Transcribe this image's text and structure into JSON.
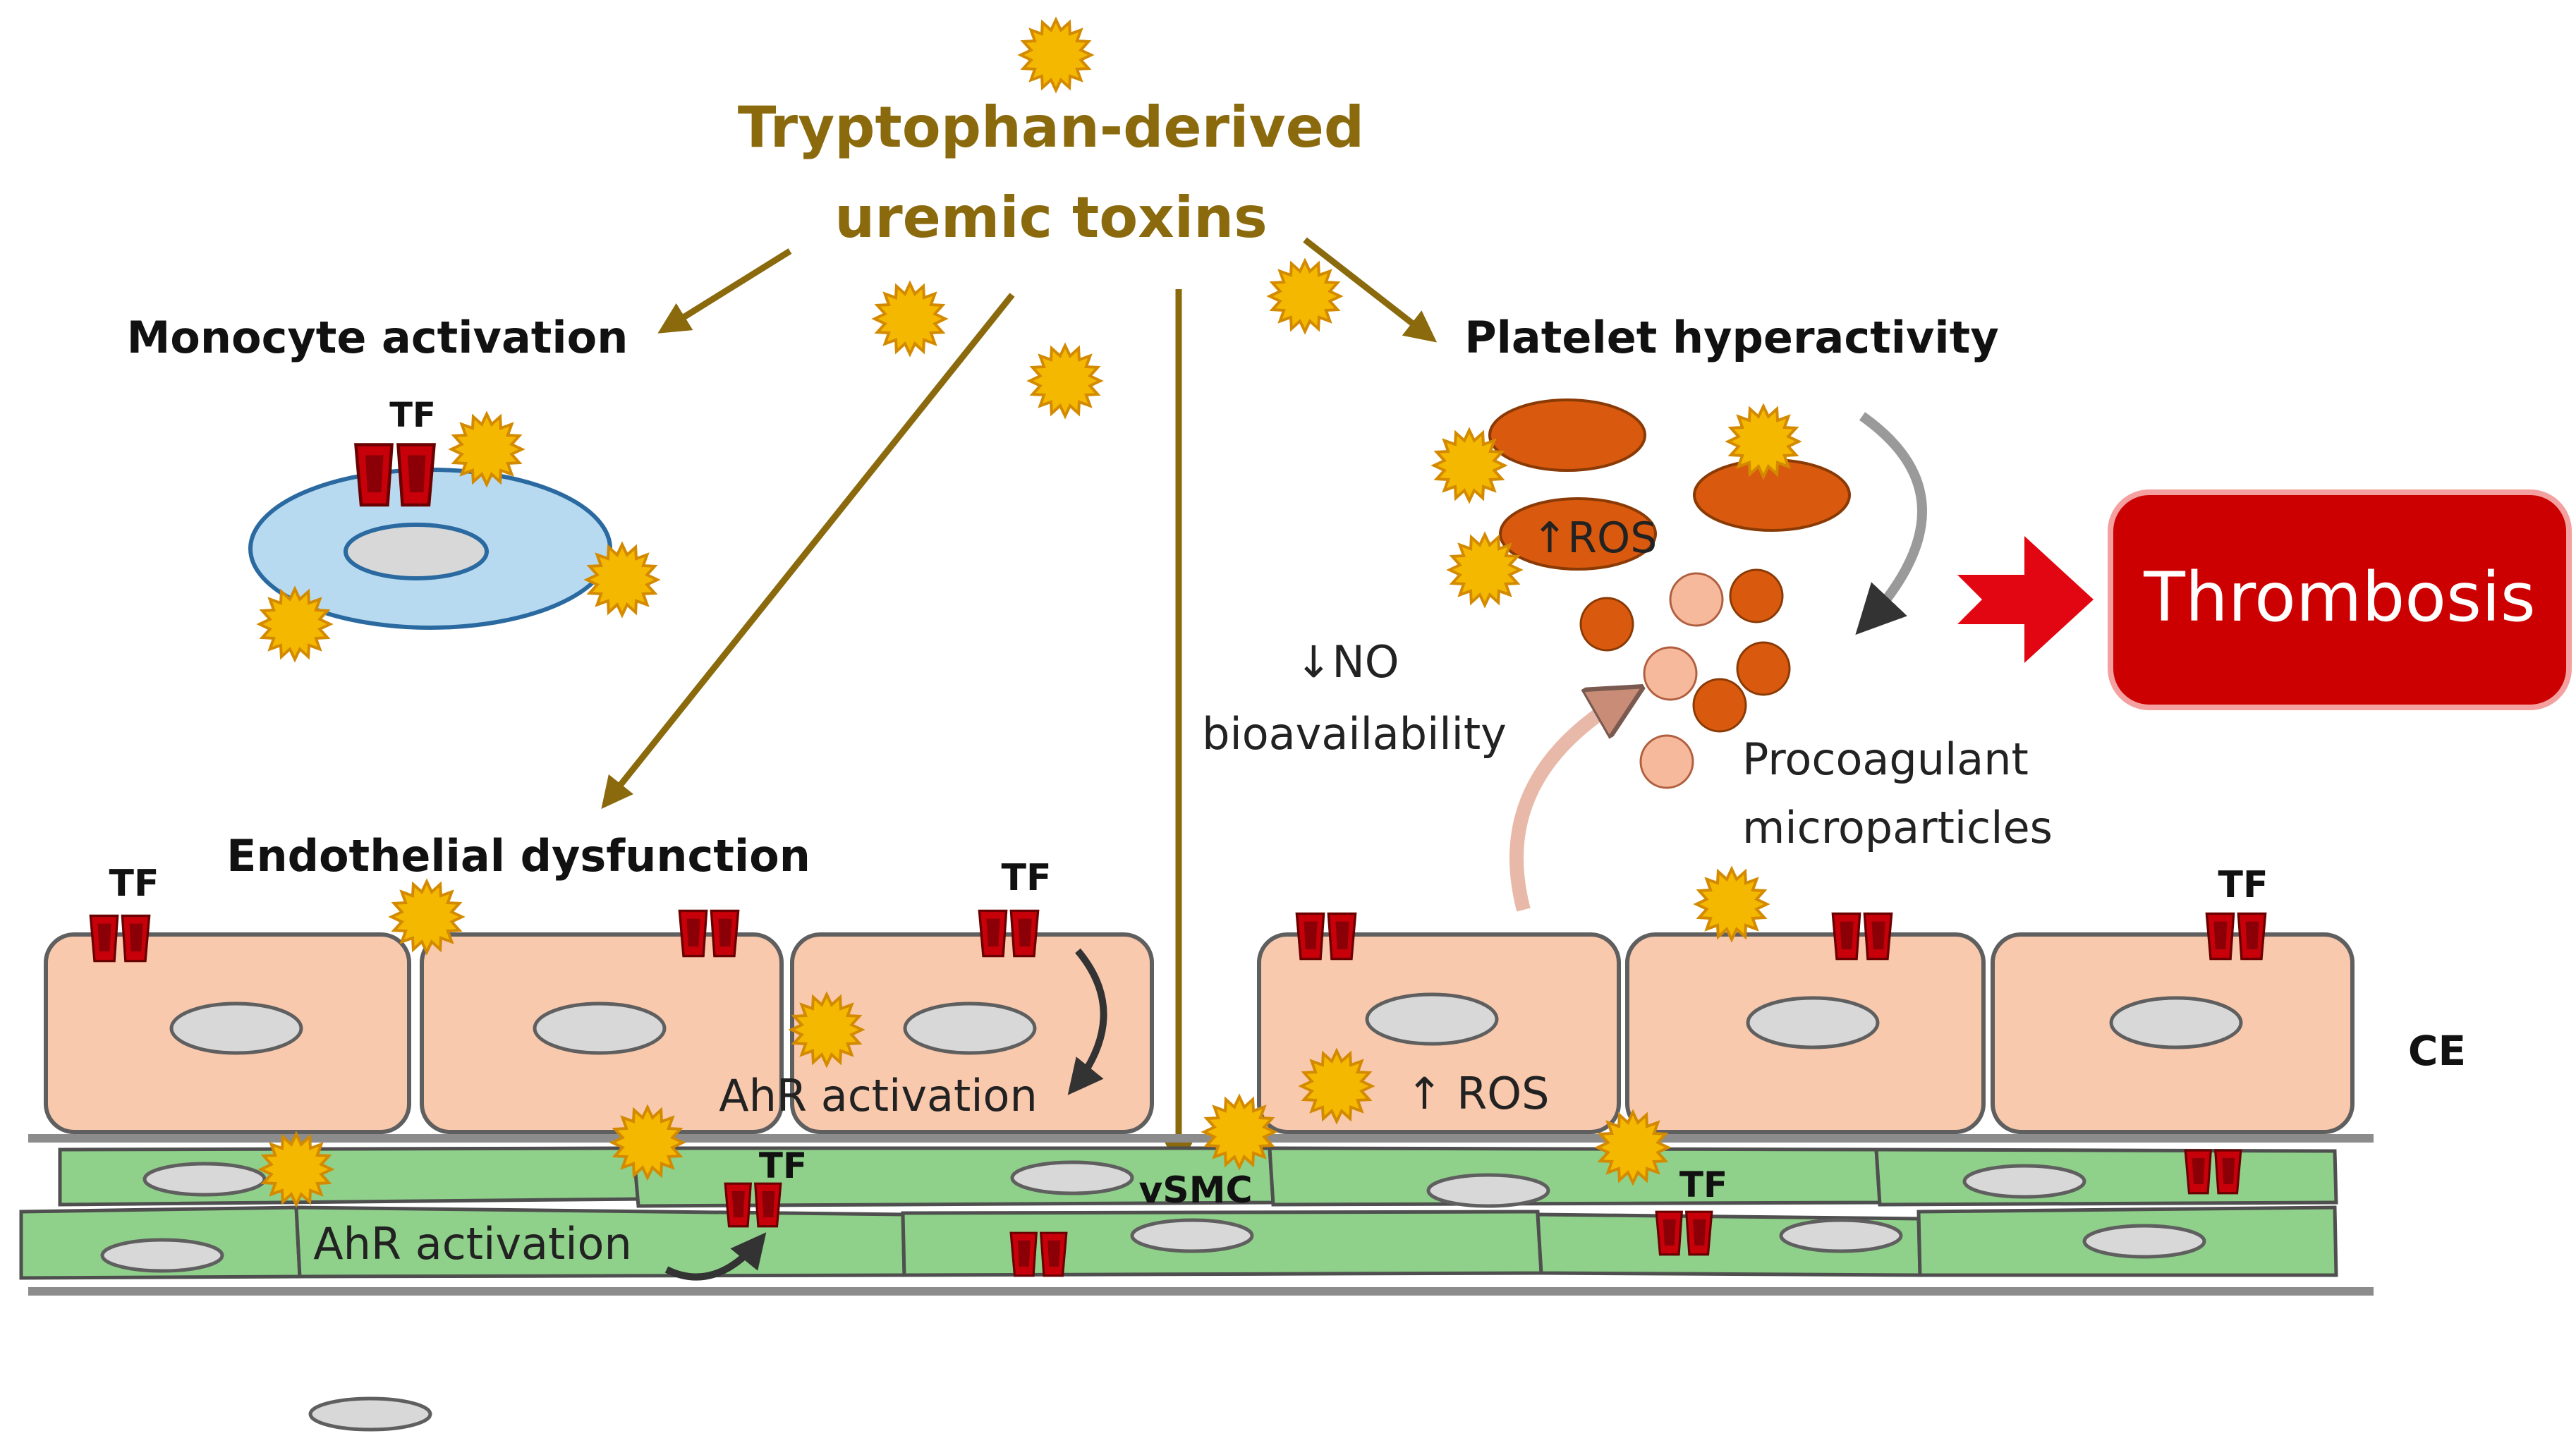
{
  "title": {
    "line1": "Tryptophan-derived",
    "line2": "uremic toxins"
  },
  "labels": {
    "monocyte": "Monocyte activation",
    "platelet": "Platelet hyperactivity",
    "endothelial": "Endothelial dysfunction",
    "thrombosis": "Thrombosis",
    "no_line1": "↓NO",
    "no_line2": "bioavailability",
    "procoag_line1": "Procoagulant",
    "procoag_line2": "microparticles",
    "ros_platelet": "↑ROS",
    "ros_endo": "↑ ROS",
    "ahr_endo": "AhR activation",
    "ahr_smc": "AhR activation",
    "vsmc": "vSMC",
    "ce": "CE",
    "tf": "TF"
  },
  "colors": {
    "toxin": "#f5b800",
    "toxin_stroke": "#d38a00",
    "arrow": "#8a6a0c",
    "cell_fill": "#f9c9ae",
    "cell_stroke": "#5f5f5f",
    "smc_fill": "#8fd18a",
    "monocyte_fill": "#b8daf1",
    "platelet": "#d95a0e",
    "microparticle_light": "#f7b99b",
    "tf": "#c8000a",
    "thrombosis": "#cc0000"
  },
  "icons": [
    "toxin-star-icon",
    "tf-receptor-icon",
    "curved-arrow-icon",
    "block-arrow-icon"
  ]
}
